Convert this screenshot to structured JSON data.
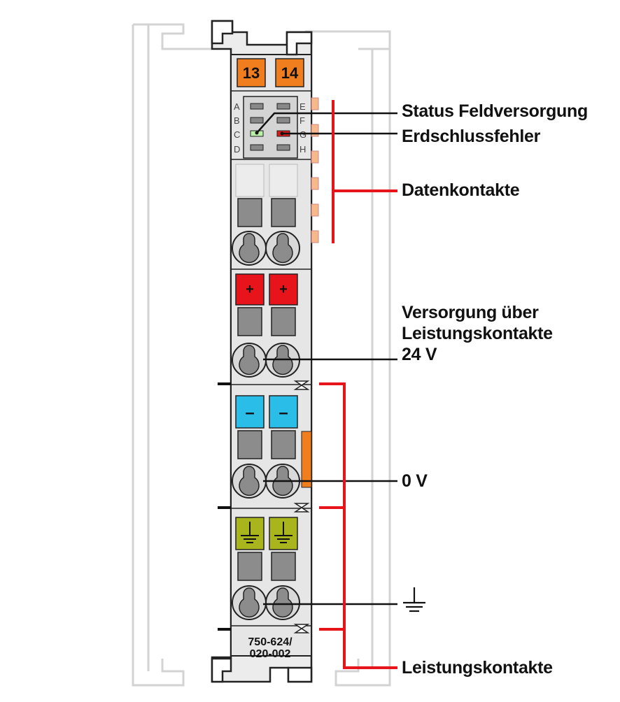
{
  "module": {
    "part_number_line1": "750-624/",
    "part_number_line2": "020-002",
    "terminal_left": "13",
    "terminal_right": "14",
    "led_letters_left": [
      "A",
      "B",
      "C",
      "D"
    ],
    "led_letters_right": [
      "E",
      "F",
      "G",
      "H"
    ],
    "plus_sign": "+",
    "minus_sign": "–"
  },
  "callouts": {
    "status_feldversorgung": "Status Feldversorgung",
    "erdschlussfehler": "Erdschlussfehler",
    "datenkontakte": "Datenkontakte",
    "versorgung_line1": "Versorgung über",
    "versorgung_line2": "Leistungskontakte",
    "versorgung_line3": "24 V",
    "zero_volt": "0 V",
    "leistungskontakte": "Leistungskontakte"
  },
  "colors": {
    "terminal_orange": "#f07d1e",
    "plus_red": "#e8141c",
    "minus_blue": "#29bde8",
    "ground_yellow_green": "#a8b51c",
    "led_green": "#b8f0a8",
    "led_red": "#e01a1a",
    "contact_salmon": "#f7b98c",
    "callout_red": "#e8141c",
    "housing_gray": "#e6e6e6"
  },
  "icons": [
    "ground-symbol-icon"
  ]
}
